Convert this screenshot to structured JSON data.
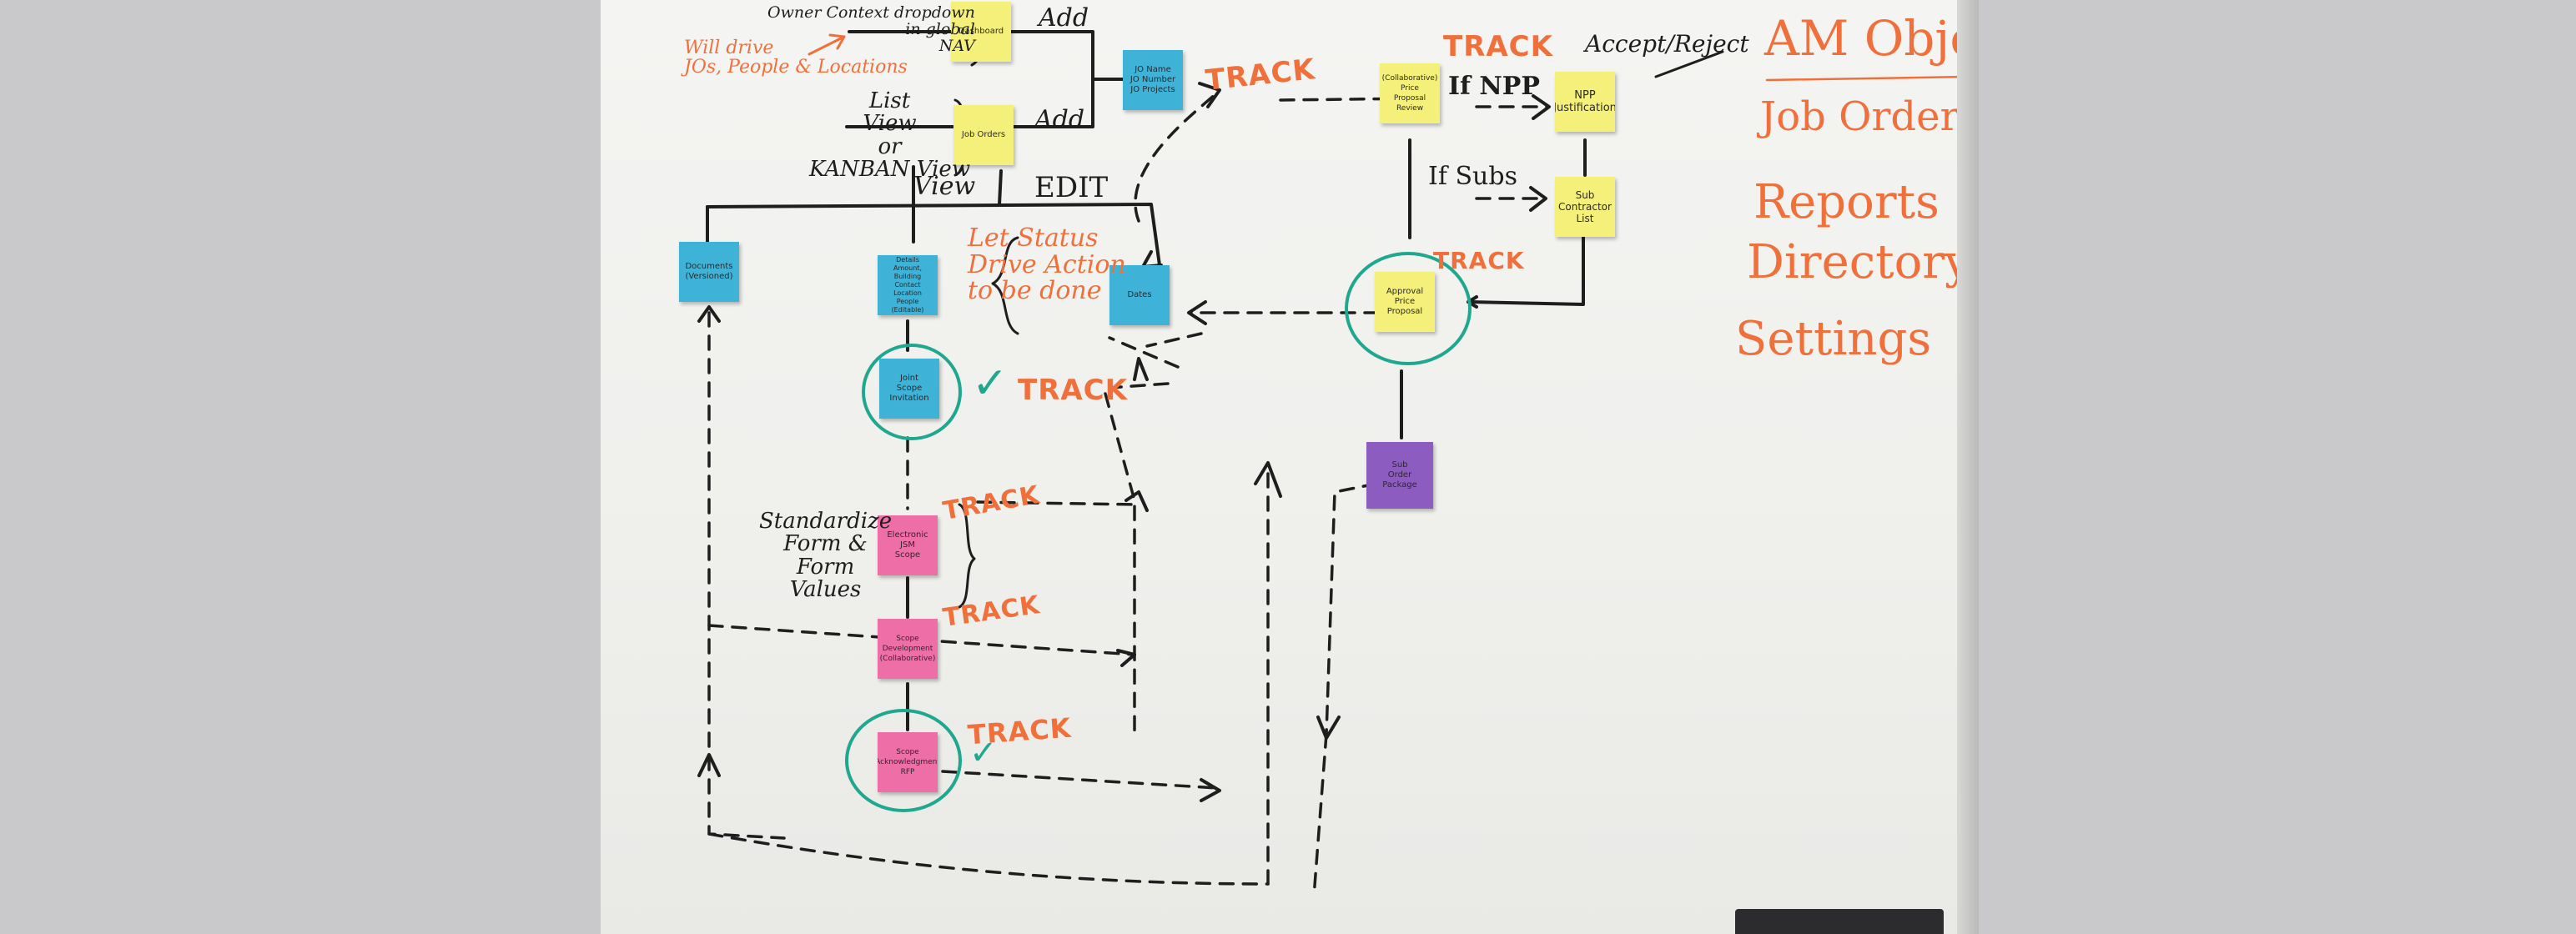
{
  "colors": {
    "marker_black": "#1e1e1e",
    "marker_orange": "#f0703c",
    "marker_teal": "#1fa88f",
    "note_yellow": "#f4f07a",
    "note_blue": "#3fb2d8",
    "note_pink": "#ee6ea8",
    "note_purple": "#8d5cc0"
  },
  "notes": {
    "dashboard": "Dashboard",
    "job_orders": "Job Orders",
    "jo_fields": "JO Name\nJO Number\nJO Projects",
    "documents": "Documents\n(Versioned)",
    "details": "Details\nAmount, Building\nContact\nLocation\nPeople\n(Editable)",
    "dates": "Dates",
    "joint_scope": "Joint\nScope\nInvitation",
    "jsm": "Electronic\nJSM\nScope",
    "scope_development": "Scope\nDevelopment\n(Collaborative)",
    "scope_acknowledgement": "Scope\nAcknowledgment\nRFP",
    "price_proposal_review": "(Collaborative)\nPrice\nProposal\nReview",
    "npp": "NPP\nJustification",
    "sub_contractor_list": "Sub\nContractor\nList",
    "approved_price_proposal": "Approval\nPrice\nProposal",
    "sub_order_package": "Sub\nOrder\nPackage"
  },
  "labels": {
    "owner_context": "Owner Context dropdown\nin global\nNAV",
    "will_drive": "Will drive\nJOs, People & Locations",
    "list_view": "List\nView\nor\nKANBAN View",
    "add_1": "Add",
    "add_2": "Add",
    "view": "View",
    "edit": "EDIT",
    "let_status": "Let Status\nDrive Action\nto be done",
    "standardize": "Standardize\nForm &\nForm\nValues",
    "if_npp": "If NPP",
    "if_subs": "If Subs",
    "accept_reject": "Accept/Reject",
    "track": "TRACK",
    "check": "✓"
  },
  "objectives": {
    "title": "AM Objectives",
    "items": [
      "Job Orders",
      "Reports",
      "Directory",
      "Settings"
    ]
  }
}
